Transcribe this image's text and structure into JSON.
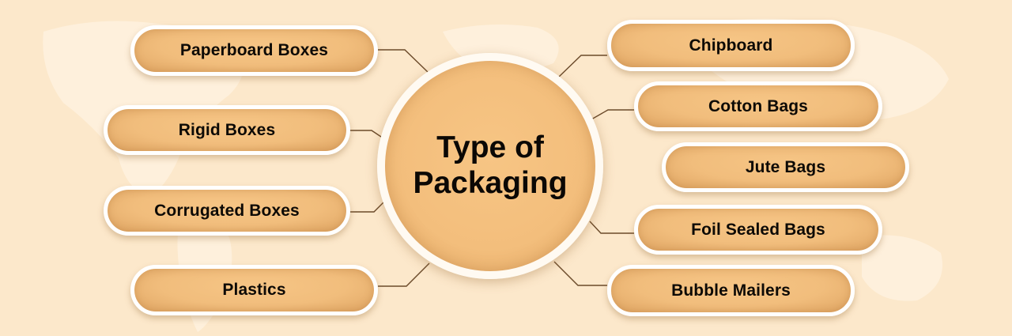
{
  "diagram": {
    "center": {
      "title_line1": "Type of",
      "title_line2": "Packaging"
    },
    "left_items": [
      {
        "label": "Paperboard Boxes"
      },
      {
        "label": "Rigid Boxes"
      },
      {
        "label": "Corrugated Boxes"
      },
      {
        "label": "Plastics"
      }
    ],
    "right_items": [
      {
        "label": "Chipboard"
      },
      {
        "label": "Cotton Bags"
      },
      {
        "label": "Jute Bags"
      },
      {
        "label": "Foil Sealed Bags"
      },
      {
        "label": "Bubble Mailers"
      }
    ]
  },
  "colors": {
    "background": "#fce8cb",
    "pill_fill": "#f1bd7c",
    "pill_border": "#ffffff",
    "connector": "#6b4a2a",
    "text": "#0d0a06"
  }
}
